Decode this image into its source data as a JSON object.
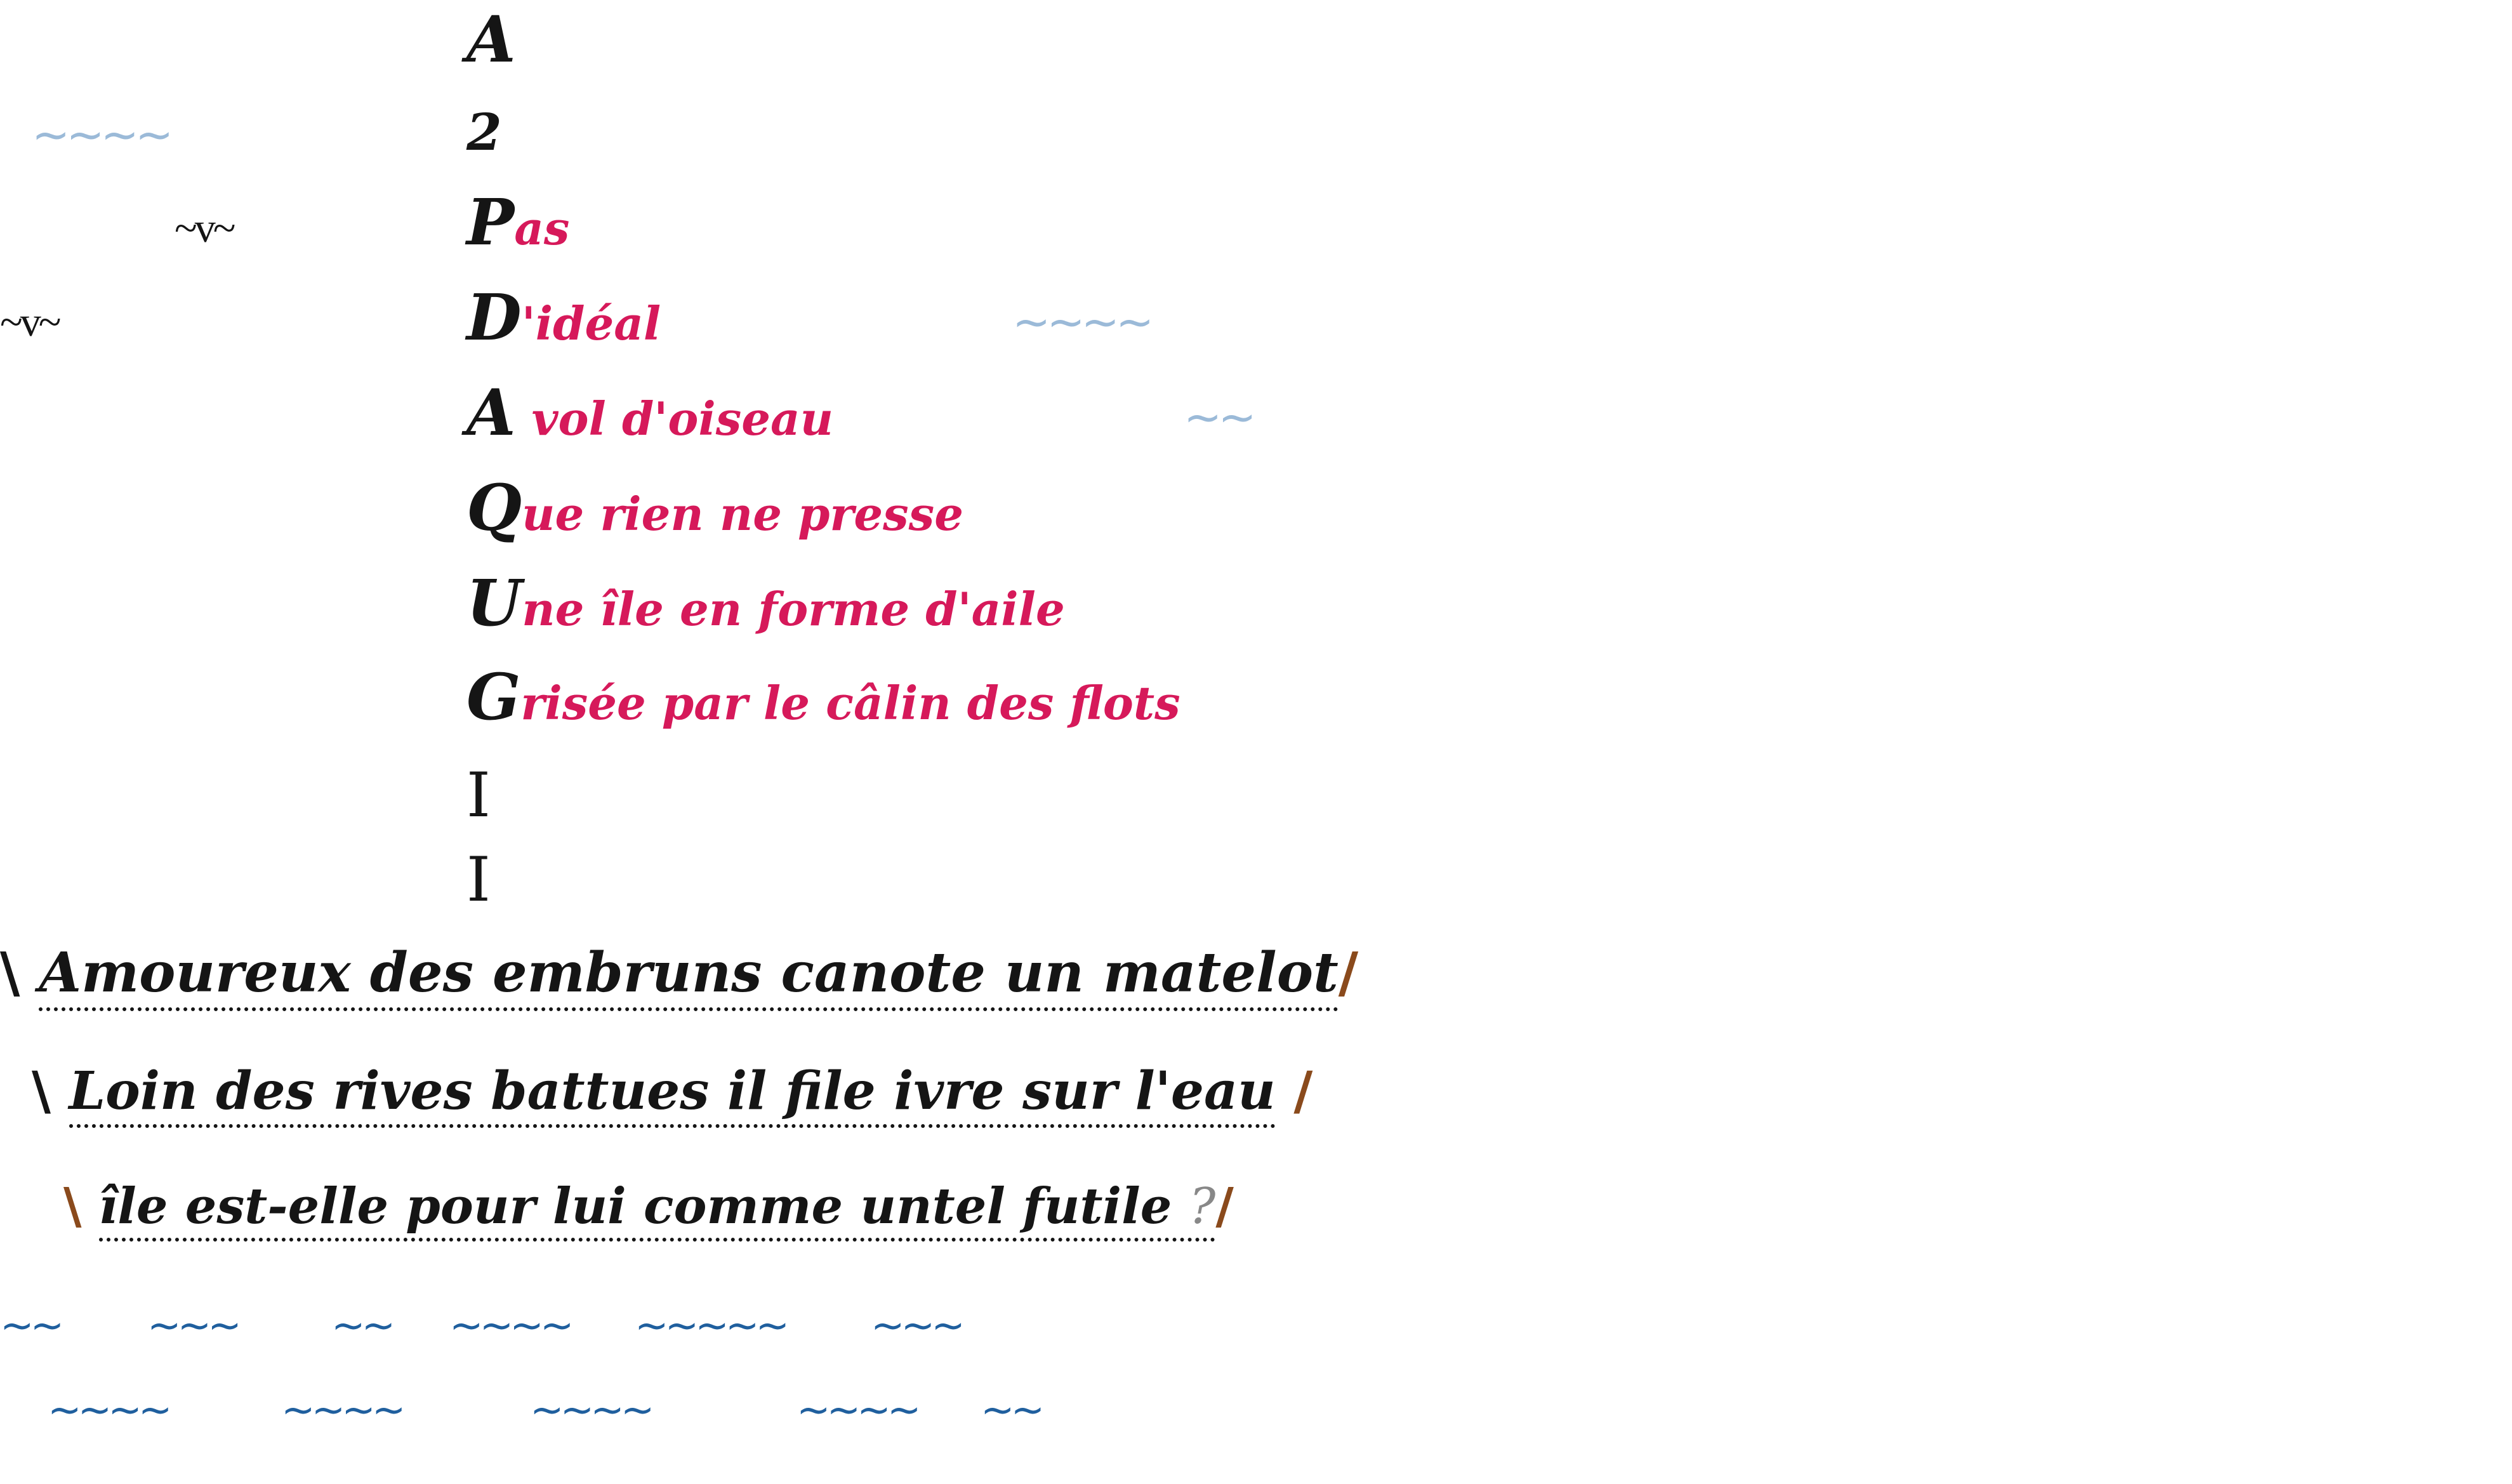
{
  "acrostic": [
    {
      "cap": "A",
      "rest": ""
    },
    {
      "cap": "2",
      "rest": ""
    },
    {
      "cap": "P",
      "rest": "as"
    },
    {
      "cap": "D",
      "rest": "'idéal"
    },
    {
      "cap": "A",
      "rest": " vol d'oiseau"
    },
    {
      "cap": "Q",
      "rest": "ue rien ne presse"
    },
    {
      "cap": "U",
      "rest": "ne île en forme d'aile"
    },
    {
      "cap": "G",
      "rest": "risée par le câlin des flots"
    },
    {
      "cap": "I",
      "rest": ""
    },
    {
      "cap": "I",
      "rest": ""
    }
  ],
  "verses": [
    {
      "open": "\\",
      "text": "Amoureux  des  embruns  canote  un matelot",
      "close": "/"
    },
    {
      "open": "\\",
      "text": "Loin des rives battues il file ivre sur l'eau",
      "close": "/"
    },
    {
      "open": "\\",
      "text": "île est-elle pour lui comme untel futile ",
      "mark": "?",
      "close": "/"
    }
  ],
  "birds": [
    "~v~",
    "~v~"
  ],
  "waves_sky": [
    "~~~~",
    "~~~~",
    "~~"
  ],
  "waves_sea_row1": [
    "~~",
    "~~~",
    "~~",
    "~~~~",
    "~~~~~",
    "~~~"
  ],
  "waves_sea_row2": [
    "~~~~",
    "~~~~",
    "~~~~",
    "~~~~",
    "~~"
  ],
  "colors": {
    "ink": "#151515",
    "accent": "#d6195a",
    "slash": "#8a4a1c",
    "wave_light": "#9bbad8",
    "wave_dark": "#1f5f9e"
  }
}
